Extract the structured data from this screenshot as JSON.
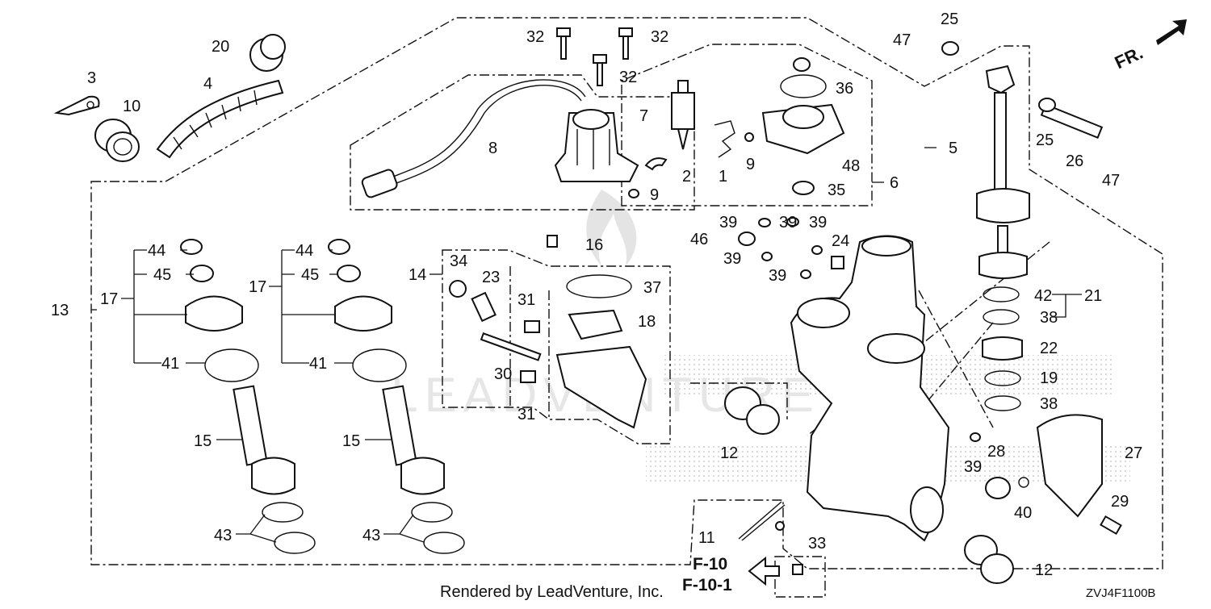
{
  "diagram": {
    "code": "ZVJ4F1100B",
    "credit": "Rendered by LeadVenture, Inc.",
    "watermark": "LEADVENTURE",
    "direction_label": "FR.",
    "reference_1": "F-10",
    "reference_2": "F-10-1"
  },
  "callouts": {
    "c1": "1",
    "c2": "2",
    "c3": "3",
    "c4": "4",
    "c5": "5",
    "c6": "6",
    "c7": "7",
    "c8": "8",
    "c9a": "9",
    "c9b": "9",
    "c10": "10",
    "c11": "11",
    "c12a": "12",
    "c12b": "12",
    "c13": "13",
    "c14": "14",
    "c15a": "15",
    "c15b": "15",
    "c16": "16",
    "c17a": "17",
    "c17b": "17",
    "c18": "18",
    "c19": "19",
    "c20": "20",
    "c21": "21",
    "c22": "22",
    "c23": "23",
    "c24": "24",
    "c25a": "25",
    "c25b": "25",
    "c26": "26",
    "c27": "27",
    "c28": "28",
    "c29": "29",
    "c30": "30",
    "c31a": "31",
    "c31b": "31",
    "c32a": "32",
    "c32b": "32",
    "c32c": "32",
    "c33": "33",
    "c34": "34",
    "c35": "35",
    "c36": "36",
    "c37": "37",
    "c38a": "38",
    "c38b": "38",
    "c39a": "39",
    "c39b": "39",
    "c39c": "39",
    "c39d": "39",
    "c39e": "39",
    "c39f": "39",
    "c40": "40",
    "c41a": "41",
    "c41b": "41",
    "c42": "42",
    "c43a": "43",
    "c43b": "43",
    "c44a": "44",
    "c44b": "44",
    "c45a": "45",
    "c45b": "45",
    "c46": "46",
    "c47a": "47",
    "c47b": "47",
    "c48": "48"
  }
}
